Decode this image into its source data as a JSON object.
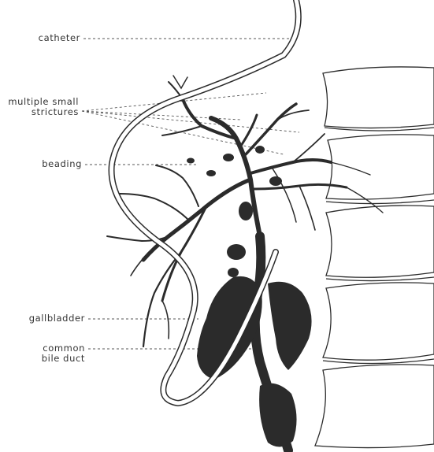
{
  "labels": {
    "catheter": "catheter",
    "strictures_1": "multiple small",
    "strictures_2": "strictures",
    "beading": "beading",
    "gallbladder": "gallbladder",
    "cbd_1": "common",
    "cbd_2": "bile duct"
  },
  "colors": {
    "ink": "#2b2b2b",
    "label": "#333333",
    "background": "#ffffff"
  }
}
